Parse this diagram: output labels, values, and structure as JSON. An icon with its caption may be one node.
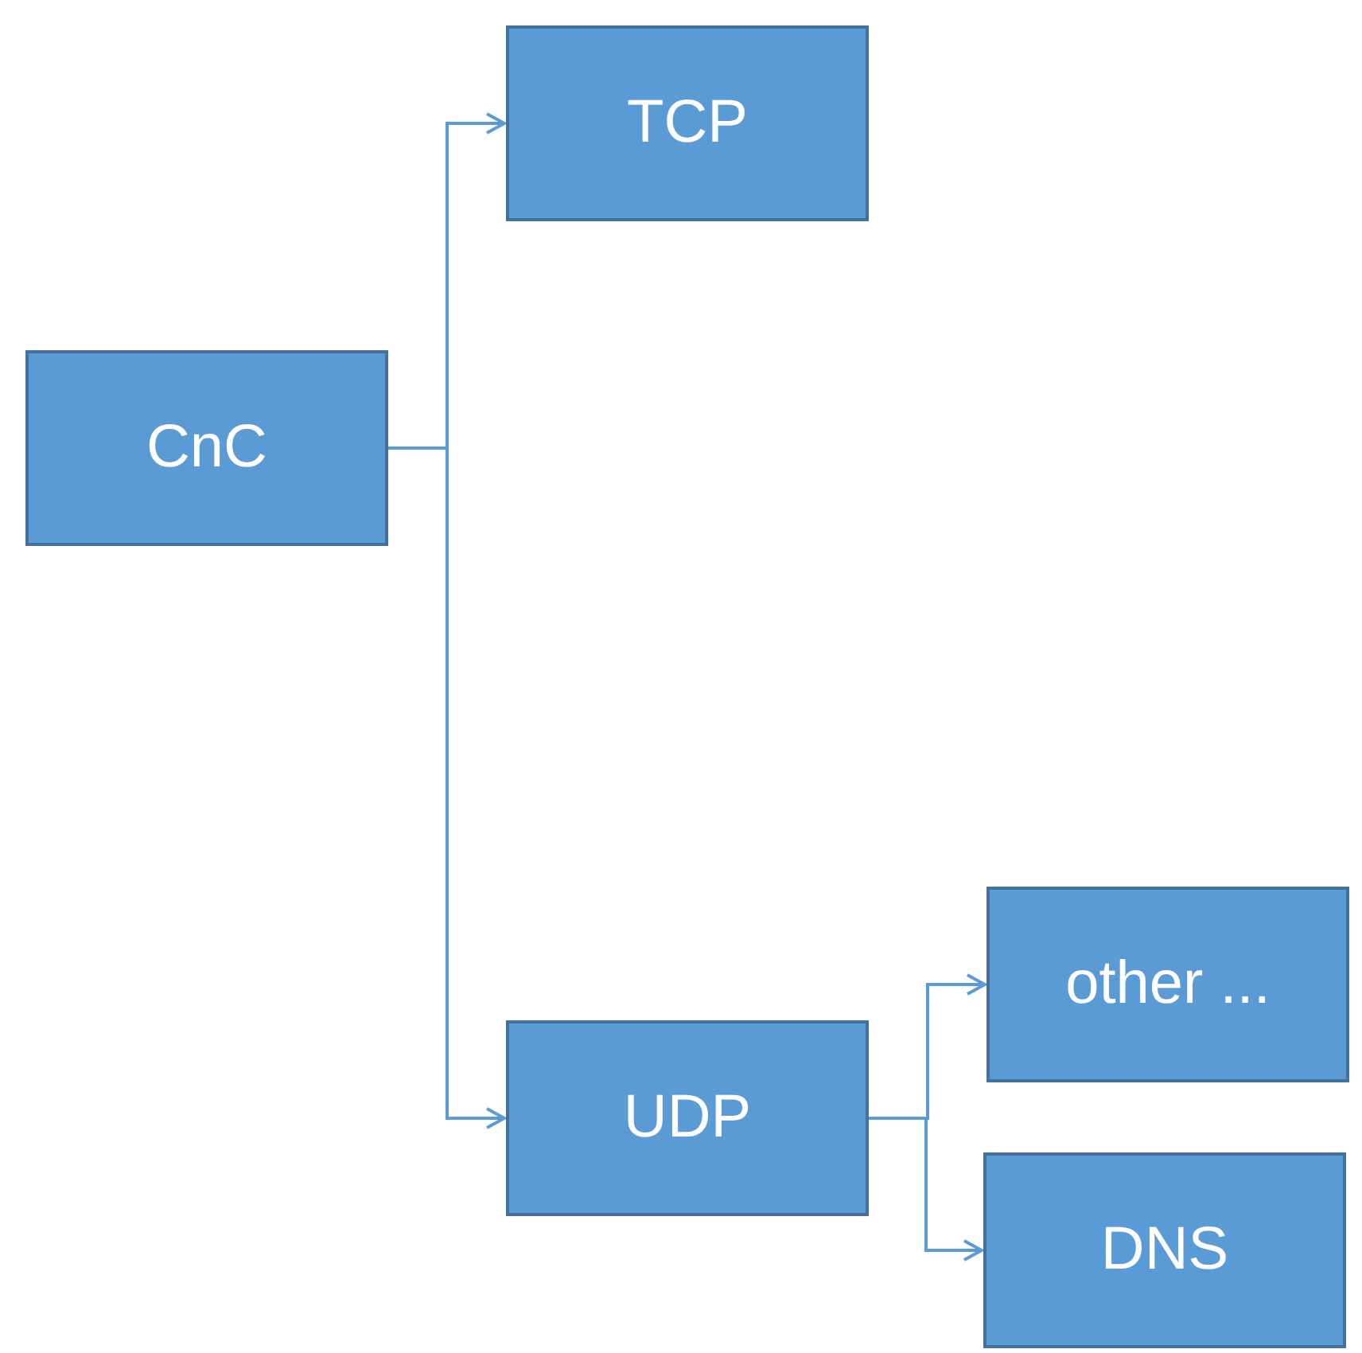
{
  "diagram": {
    "nodes": [
      {
        "text": [
          "CnC"
        ]
      },
      {
        "text": [
          "TCP"
        ]
      },
      {
        "text": [
          "UDP"
        ]
      },
      {
        "text": [
          "other ..."
        ]
      },
      {
        "text": [
          "DNS"
        ]
      }
    ],
    "edges": [
      {
        "from": 0,
        "to": 1,
        "arrow": "to"
      },
      {
        "from": 0,
        "to": 2,
        "arrow": "to"
      },
      {
        "from": 2,
        "to": 3,
        "arrow": "to"
      },
      {
        "from": 2,
        "to": 4,
        "arrow": "to"
      }
    ]
  }
}
